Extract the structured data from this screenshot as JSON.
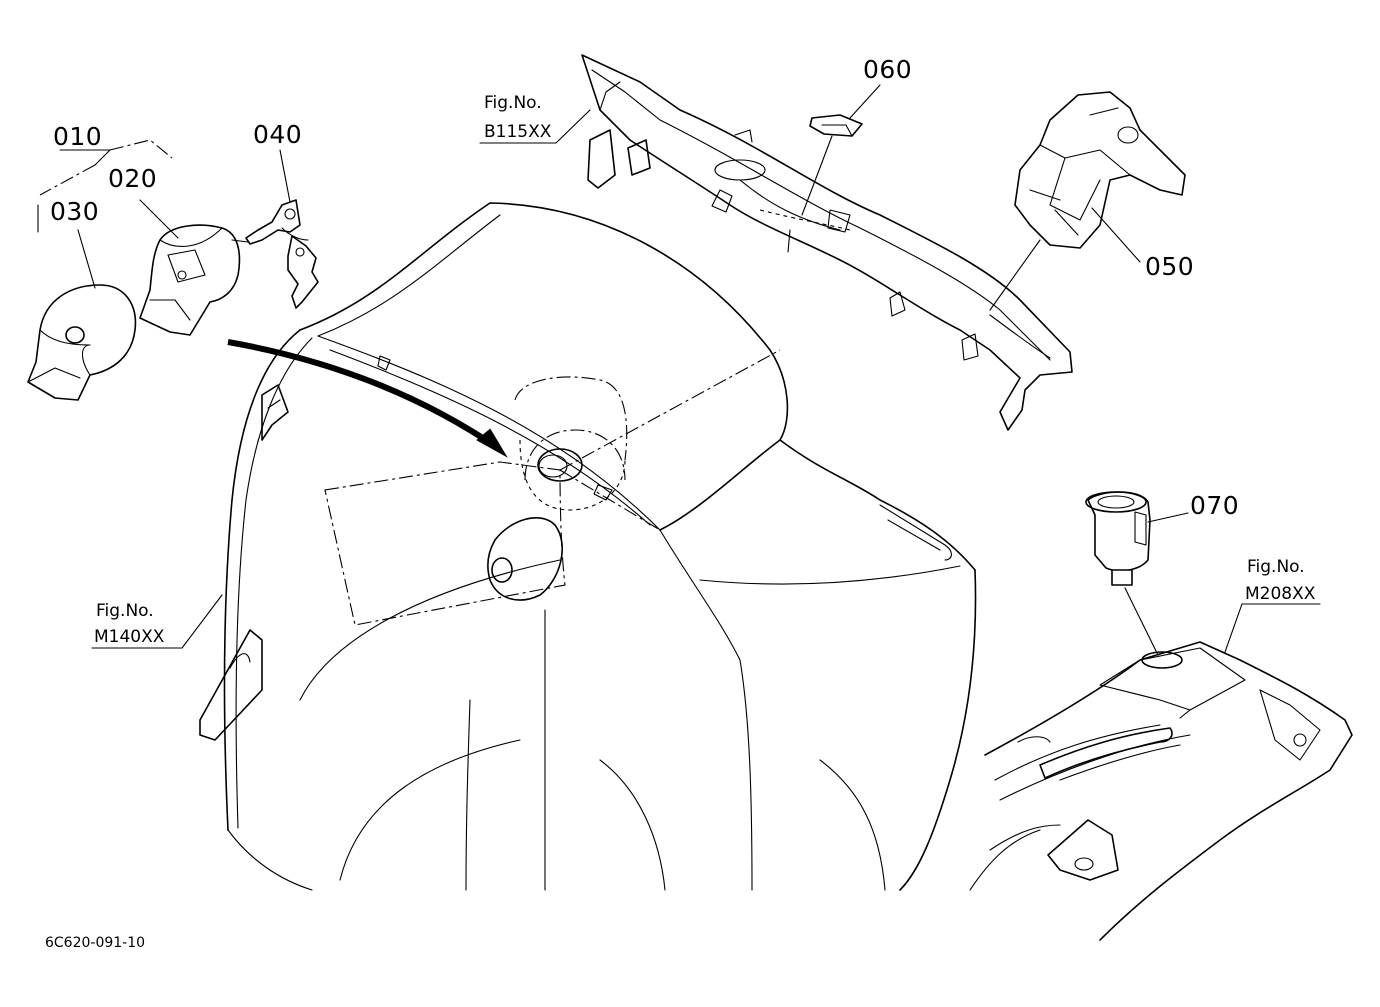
{
  "parts": {
    "p010": "010",
    "p020": "020",
    "p030": "030",
    "p040": "040",
    "p050": "050",
    "p060": "060",
    "p070": "070"
  },
  "figure_refs": {
    "b115": {
      "line1": "Fig.No.",
      "line2": "B115XX"
    },
    "m140": {
      "line1": "Fig.No.",
      "line2": "M140XX"
    },
    "m208": {
      "line1": "Fig.No.",
      "line2": "M208XX"
    }
  },
  "drawing_code": "6C620-091-10"
}
